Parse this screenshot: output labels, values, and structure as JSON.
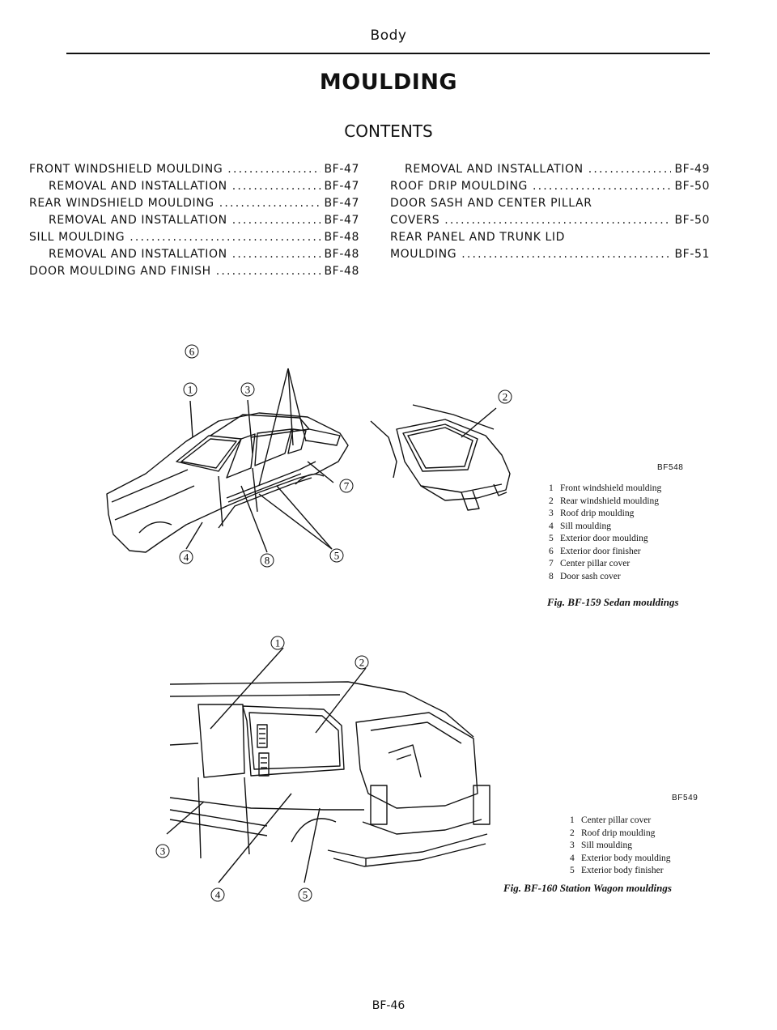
{
  "header": {
    "section": "Body"
  },
  "title": "MOULDING",
  "contents": {
    "heading": "CONTENTS",
    "left": [
      {
        "label": "FRONT WINDSHIELD MOULDING",
        "page": "BF-47"
      },
      {
        "label": "REMOVAL AND INSTALLATION",
        "page": "BF-47"
      },
      {
        "label": "REAR WINDSHIELD MOULDING",
        "page": "BF-47"
      },
      {
        "label": "REMOVAL AND INSTALLATION",
        "page": "BF-47"
      },
      {
        "label": "SILL MOULDING",
        "page": "BF-48"
      },
      {
        "label": "REMOVAL AND INSTALLATION",
        "page": "BF-48"
      },
      {
        "label": "DOOR MOULDING AND FINISH",
        "page": "BF-48"
      }
    ],
    "right": [
      {
        "label": "REMOVAL AND INSTALLATION",
        "page": "BF-49"
      },
      {
        "label": "ROOF DRIP MOULDING",
        "page": "BF-50"
      },
      {
        "label": "DOOR SASH AND CENTER PILLAR",
        "page": ""
      },
      {
        "label": "COVERS",
        "page": "BF-50"
      },
      {
        "label": "REAR PANEL AND TRUNK LID",
        "page": ""
      },
      {
        "label": "MOULDING",
        "page": "BF-51"
      }
    ]
  },
  "fig159": {
    "code": "BF548",
    "legend": [
      {
        "num": "1",
        "text": "Front windshield moulding"
      },
      {
        "num": "2",
        "text": "Rear windshield moulding"
      },
      {
        "num": "3",
        "text": "Roof drip moulding"
      },
      {
        "num": "4",
        "text": "Sill moulding"
      },
      {
        "num": "5",
        "text": "Exterior door moulding"
      },
      {
        "num": "6",
        "text": "Exterior door finisher"
      },
      {
        "num": "7",
        "text": "Center pillar cover"
      },
      {
        "num": "8",
        "text": "Door sash cover"
      }
    ],
    "caption": "Fig. BF-159  Sedan mouldings",
    "callouts": [
      "1",
      "3",
      "6",
      "7",
      "5",
      "4",
      "8",
      "2"
    ]
  },
  "fig160": {
    "code": "BF549",
    "legend": [
      {
        "num": "1",
        "text": "Center pillar cover"
      },
      {
        "num": "2",
        "text": "Roof drip moulding"
      },
      {
        "num": "3",
        "text": "Sill moulding"
      },
      {
        "num": "4",
        "text": "Exterior body moulding"
      },
      {
        "num": "5",
        "text": "Exterior body finisher"
      }
    ],
    "caption": "Fig. BF-160  Station Wagon mouldings",
    "callouts": [
      "1",
      "2",
      "3",
      "4",
      "5"
    ]
  },
  "footer": {
    "page": "BF-46"
  }
}
